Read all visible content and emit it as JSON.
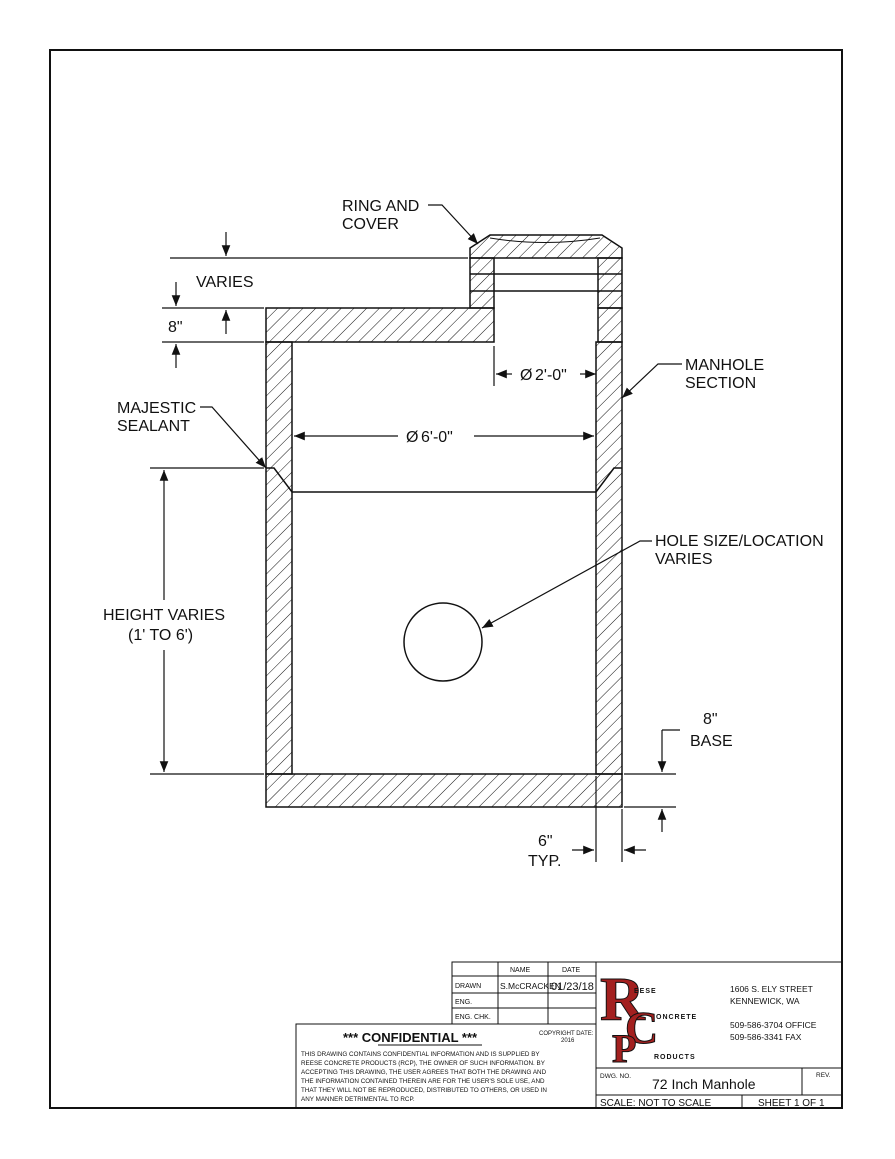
{
  "drawing": {
    "labels": {
      "ring_and_cover": [
        "RING AND",
        "COVER"
      ],
      "varies": "VARIES",
      "eight_inch": "8\"",
      "diam_2": "2'-0\"",
      "diam_6": "6'-0\"",
      "manhole_section": [
        "MANHOLE",
        "SECTION"
      ],
      "majestic_sealant": [
        "MAJESTIC",
        "SEALANT"
      ],
      "hole_size": [
        "HOLE SIZE/LOCATION",
        "VARIES"
      ],
      "height_varies": [
        "HEIGHT VARIES",
        "(1' TO 6')"
      ],
      "base": [
        "8\"",
        "BASE"
      ],
      "typ": [
        "6\"",
        "TYP."
      ]
    },
    "diameter_symbol": "Ø"
  },
  "title_block": {
    "col_name": "NAME",
    "col_date": "DATE",
    "drawn_label": "DRAWN",
    "drawn_name": "S.McCRACKEN",
    "drawn_date": "01/23/18",
    "eng_label": "ENG.",
    "eng_chk_label": "ENG. CHK.",
    "confidential": "*** CONFIDENTIAL ***",
    "copyright": [
      "COPYRIGHT DATE:",
      "2016"
    ],
    "notice": [
      "THIS DRAWING CONTAINS CONFIDENTIAL INFORMATION AND IS SUPPLIED BY",
      "REESE CONCRETE PRODUCTS (RCP), THE OWNER OF SUCH INFORMATION. BY",
      "ACCEPTING THIS DRAWING, THE USER AGREES THAT BOTH THE DRAWING AND",
      "THE INFORMATION CONTAINED THEREIN ARE FOR THE USER'S SOLE USE, AND",
      "THAT THEY WILL NOT BE REPRODUCED, DISTRIBUTED TO OTHERS, OR USED IN",
      "ANY MANNER DETRIMENTAL TO RCP."
    ],
    "logo_words": [
      "EESE",
      "ONCRETE",
      "RODUCTS"
    ],
    "address": [
      "1606 S. ELY STREET",
      "KENNEWICK, WA"
    ],
    "phone": [
      "509-586-3704 OFFICE",
      "509-586-3341 FAX"
    ],
    "dwg_no_label": "DWG. NO.",
    "dwg_title": "72 Inch Manhole",
    "rev_label": "REV.",
    "scale": "SCALE: NOT TO SCALE",
    "sheet": "SHEET 1 OF 1"
  },
  "colors": {
    "line": "#111111",
    "logo_red": "#a3201f"
  }
}
